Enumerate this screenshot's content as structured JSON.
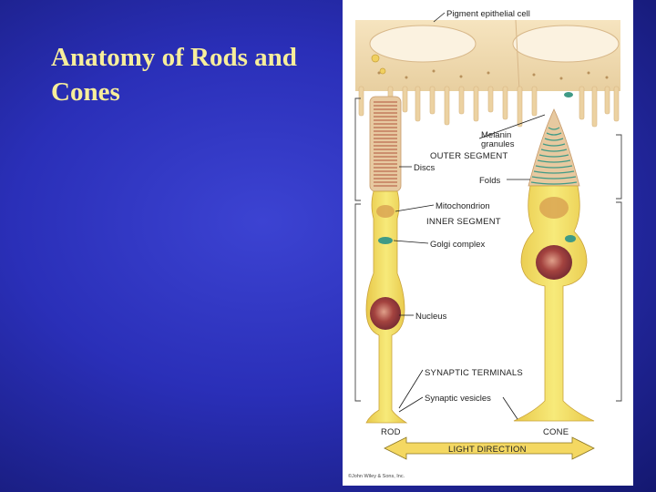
{
  "title": "Anatomy of Rods and Cones",
  "figure": {
    "labels": {
      "pigment_cell": "Pigment epithelial cell",
      "melanin_line1": "Melanin",
      "melanin_line2": "granules",
      "outer_segment": "OUTER SEGMENT",
      "discs": "Discs",
      "folds": "Folds",
      "mitochondrion": "Mitochondrion",
      "inner_segment": "INNER SEGMENT",
      "golgi": "Golgi complex",
      "nucleus": "Nucleus",
      "synaptic_terminals": "SYNAPTIC TERMINALS",
      "synaptic_vesicles": "Synaptic vesicles",
      "rod": "ROD",
      "cone": "CONE",
      "light_direction": "LIGHT DIRECTION",
      "copyright": "©John Wiley & Sons, Inc."
    },
    "colors": {
      "slide_background": "#2a2fb8",
      "title_text": "#f7ee9b",
      "pigment_cell": "#f1dcb4",
      "cell_body": "#f2e36a",
      "rod_discs": "#b0533a",
      "cone_folds": "#3f9a86",
      "nucleus": "#a4433f",
      "arrow_fill": "#f4d862"
    }
  }
}
